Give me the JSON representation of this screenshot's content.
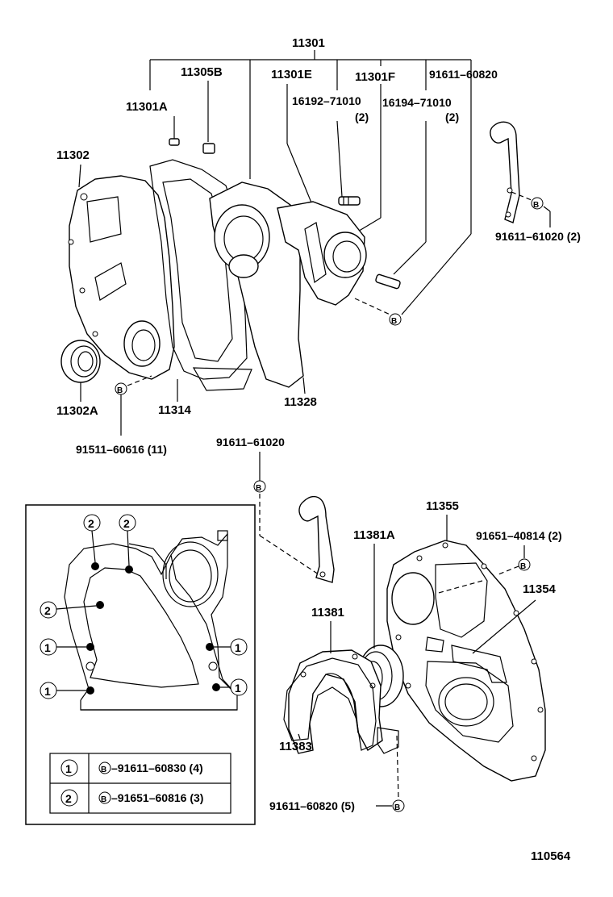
{
  "labels": {
    "p11301": "11301",
    "p11305B": "11305B",
    "p11301E": "11301E",
    "p11301F": "11301F",
    "p91611_60820_top": "91611–60820",
    "p11301A": "11301A",
    "p16192": "16192–71010",
    "p16192_qty": "(2)",
    "p16194": "16194–71010",
    "p16194_qty": "(2)",
    "p11302": "11302",
    "p91611_61020_2": "91611–61020 (2)",
    "p11302A": "11302A",
    "p11314": "11314",
    "p11328": "11328",
    "p91511": "91511–60616 (11)",
    "p91611_61020": "91611–61020",
    "p11355": "11355",
    "p11381A": "11381A",
    "p91651_40814": "91651–40814 (2)",
    "p11354": "11354",
    "p11381": "11381",
    "p11383": "11383",
    "p91611_60820_5": "91611–60820 (5)",
    "diagram_code": "110564"
  },
  "bolt_symbol": "B",
  "legend": {
    "rows": [
      {
        "key": "1",
        "text": "–91611–60830 (4)"
      },
      {
        "key": "2",
        "text": "–91651–60816 (3)"
      }
    ]
  },
  "inset_markers": [
    "2",
    "2",
    "2",
    "1",
    "1",
    "1",
    "1"
  ]
}
